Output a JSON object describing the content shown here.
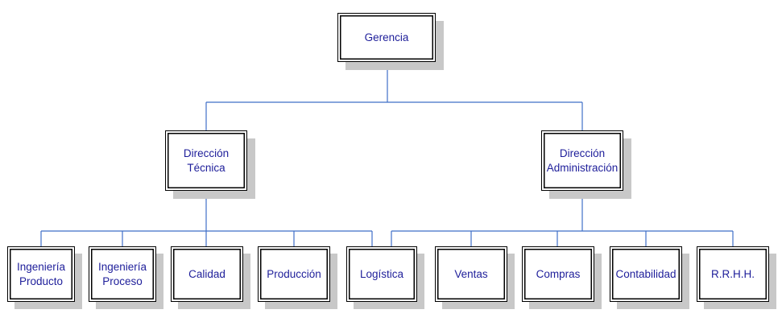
{
  "org_chart": {
    "line_color": "#3f6fc7",
    "text_color": "#1e1e9a",
    "nodes": {
      "gerencia": "Gerencia",
      "direccion_tecnica": "Dirección\nTécnica",
      "direccion_administracion": "Dirección\nAdministración",
      "ingenieria_producto": "Ingeniería\nProducto",
      "ingenieria_proceso": "Ingeniería\nProceso",
      "calidad": "Calidad",
      "produccion": "Producción",
      "logistica": "Logística",
      "ventas": "Ventas",
      "compras": "Compras",
      "contabilidad": "Contabilidad",
      "rrhh": "R.R.H.H."
    }
  }
}
